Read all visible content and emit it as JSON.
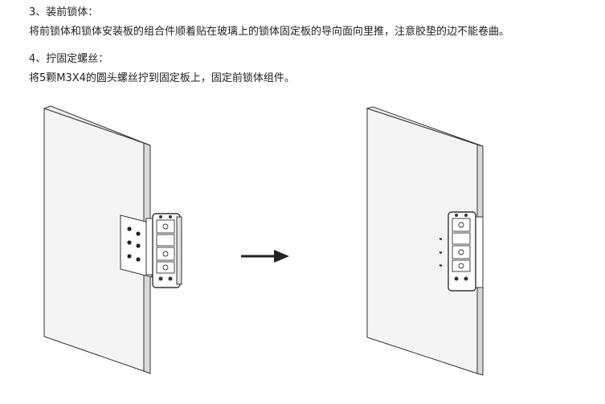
{
  "steps": [
    {
      "title": "3、装前锁体：",
      "text": "将前锁体和锁体安装板的组合件顺着贴在玻璃上的锁体固定板的导向面向里推，注意胶垫的边不能卷曲。"
    },
    {
      "title": "4、拧固定螺丝：",
      "text": "将5颗M3X4的圆头螺丝拧到固定板上，固定前锁体组件。"
    }
  ],
  "figure": {
    "icons": [
      "glass-panel",
      "lock-body",
      "mounting-plate",
      "arrow-right",
      "screw"
    ],
    "colors": {
      "stroke": "#333333",
      "panel_fill": "#f4f4f4",
      "panel_side": "#d9d9d9",
      "arrow": "#222222"
    }
  }
}
